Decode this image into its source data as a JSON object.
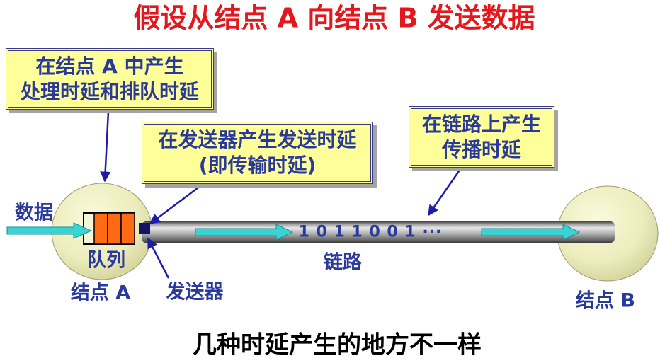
{
  "title": "假设从结点 A 向结点 B 发送数据",
  "callouts": {
    "node_a": {
      "line1": "在结点 A 中产生",
      "line2": "处理时延和排队时延"
    },
    "transmitter": {
      "line1": "在发送器产生发送时延",
      "line2": "(即传输时延)"
    },
    "link": {
      "line1": "在链路上产生",
      "line2": "传播时延"
    }
  },
  "labels": {
    "data": "数据",
    "queue": "队列",
    "node_a": "结点 A",
    "transmitter": "发送器",
    "link": "链路",
    "node_b": "结点 B"
  },
  "bits": "1 0 1 1 0 0 1 ···",
  "caption": "几种时延产生的地方不一样",
  "colors": {
    "title": "#e3171c",
    "text": "#2a3a9c",
    "callout_fill": "#ffff99",
    "pointer": "#1c1ca8",
    "data_arrow": "#38d4d4",
    "queue_cell": "#ff6a14",
    "transmitter": "#141464",
    "node_fill": "#ececbc",
    "caption": "#000000"
  }
}
